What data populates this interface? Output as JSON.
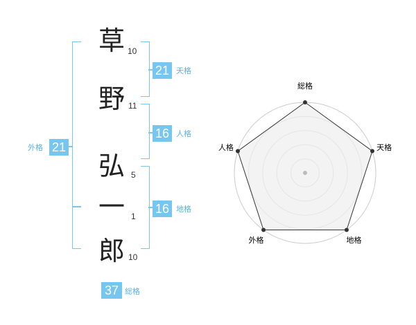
{
  "name_chars": [
    {
      "char": "草",
      "strokes": "10"
    },
    {
      "char": "野",
      "strokes": "11"
    },
    {
      "char": "弘",
      "strokes": "5"
    },
    {
      "char": "一",
      "strokes": "1"
    },
    {
      "char": "郎",
      "strokes": "10"
    }
  ],
  "fortunes": {
    "tenkaku": {
      "value": "21",
      "label": "天格"
    },
    "jinkaku": {
      "value": "16",
      "label": "人格"
    },
    "chikaku": {
      "value": "16",
      "label": "地格"
    },
    "gaikaku": {
      "value": "21",
      "label": "外格"
    },
    "soukaku": {
      "value": "37",
      "label": "総格"
    }
  },
  "radar": {
    "labels": [
      "総格",
      "天格",
      "地格",
      "外格",
      "人格"
    ],
    "levels": 5,
    "values": [
      1.0,
      1.0,
      1.0,
      1.0,
      1.0
    ],
    "ring_color": "#cccccc",
    "fill_color": "#eeeeee",
    "line_color": "#333333"
  },
  "colors": {
    "accent": "#77c6ef",
    "bracket": "#7cc4ee",
    "label_text": "#5ab3e6"
  }
}
